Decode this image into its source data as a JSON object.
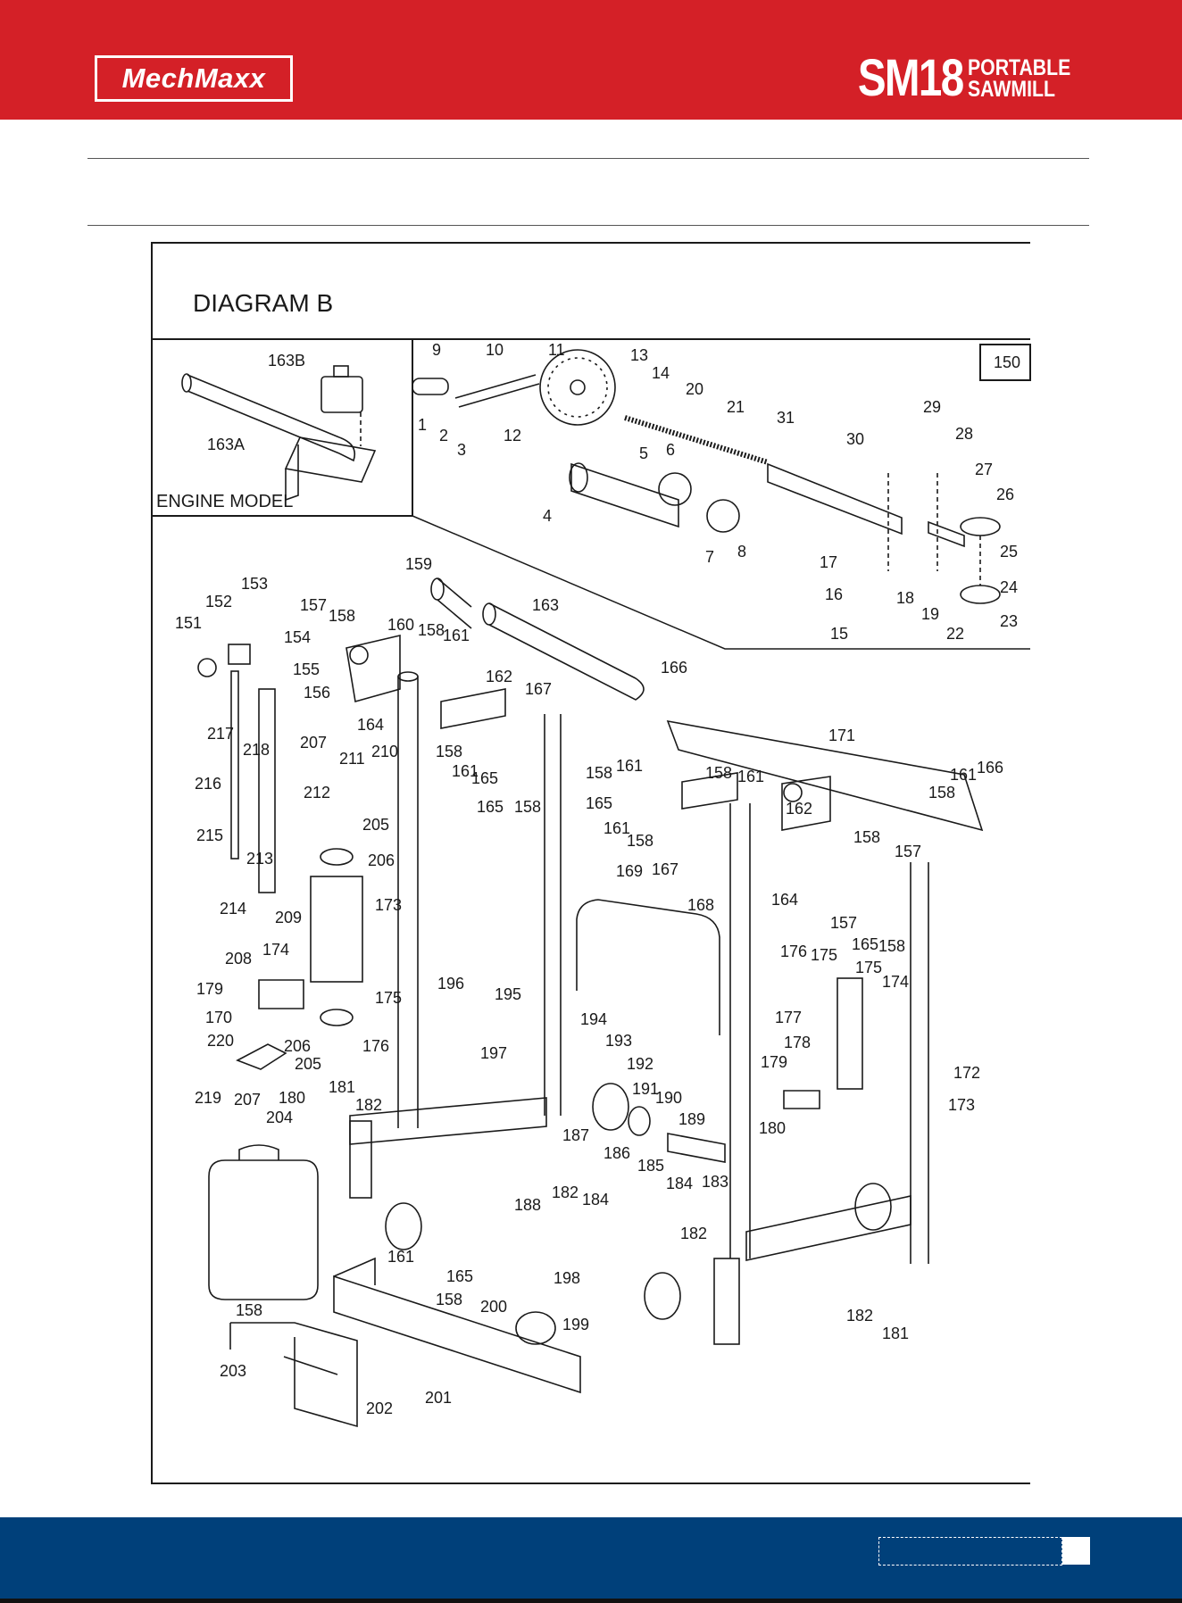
{
  "header": {
    "brand": "MechMaxx",
    "model": "SM18",
    "product_line1": "PORTABLE",
    "product_line2": "SAWMILL"
  },
  "diagram": {
    "title": "DIAGRAM B",
    "inset_label": "ENGINE MODEL",
    "assembly_number": "150",
    "part_labels": [
      {
        "id": "lbl-1",
        "text": "1"
      },
      {
        "id": "lbl-2",
        "text": "2"
      },
      {
        "id": "lbl-3",
        "text": "3"
      },
      {
        "id": "lbl-4",
        "text": "4"
      },
      {
        "id": "lbl-5",
        "text": "5"
      },
      {
        "id": "lbl-6",
        "text": "6"
      },
      {
        "id": "lbl-7",
        "text": "7"
      },
      {
        "id": "lbl-8",
        "text": "8"
      },
      {
        "id": "lbl-9",
        "text": "9"
      },
      {
        "id": "lbl-10",
        "text": "10"
      },
      {
        "id": "lbl-11",
        "text": "11"
      },
      {
        "id": "lbl-12",
        "text": "12"
      },
      {
        "id": "lbl-13",
        "text": "13"
      },
      {
        "id": "lbl-14",
        "text": "14"
      },
      {
        "id": "lbl-15",
        "text": "15"
      },
      {
        "id": "lbl-16",
        "text": "16"
      },
      {
        "id": "lbl-17",
        "text": "17"
      },
      {
        "id": "lbl-18",
        "text": "18"
      },
      {
        "id": "lbl-19",
        "text": "19"
      },
      {
        "id": "lbl-20",
        "text": "20"
      },
      {
        "id": "lbl-21",
        "text": "21"
      },
      {
        "id": "lbl-22",
        "text": "22"
      },
      {
        "id": "lbl-23",
        "text": "23"
      },
      {
        "id": "lbl-24",
        "text": "24"
      },
      {
        "id": "lbl-25",
        "text": "25"
      },
      {
        "id": "lbl-26",
        "text": "26"
      },
      {
        "id": "lbl-27",
        "text": "27"
      },
      {
        "id": "lbl-28",
        "text": "28"
      },
      {
        "id": "lbl-29",
        "text": "29"
      },
      {
        "id": "lbl-30",
        "text": "30"
      },
      {
        "id": "lbl-31",
        "text": "31"
      },
      {
        "id": "lbl-151",
        "text": "151"
      },
      {
        "id": "lbl-152",
        "text": "152"
      },
      {
        "id": "lbl-153",
        "text": "153"
      },
      {
        "id": "lbl-154",
        "text": "154"
      },
      {
        "id": "lbl-155",
        "text": "155"
      },
      {
        "id": "lbl-156",
        "text": "156"
      },
      {
        "id": "lbl-157a",
        "text": "157"
      },
      {
        "id": "lbl-158a",
        "text": "158"
      },
      {
        "id": "lbl-159",
        "text": "159"
      },
      {
        "id": "lbl-160",
        "text": "160"
      },
      {
        "id": "lbl-158b",
        "text": "158"
      },
      {
        "id": "lbl-161a",
        "text": "161"
      },
      {
        "id": "lbl-162a",
        "text": "162"
      },
      {
        "id": "lbl-163",
        "text": "163"
      },
      {
        "id": "lbl-163A",
        "text": "163A"
      },
      {
        "id": "lbl-163B",
        "text": "163B"
      },
      {
        "id": "lbl-164a",
        "text": "164"
      },
      {
        "id": "lbl-165a",
        "text": "165"
      },
      {
        "id": "lbl-165b",
        "text": "165"
      },
      {
        "id": "lbl-166a",
        "text": "166"
      },
      {
        "id": "lbl-167a",
        "text": "167"
      },
      {
        "id": "lbl-158c",
        "text": "158"
      },
      {
        "id": "lbl-161b",
        "text": "161"
      },
      {
        "id": "lbl-158d",
        "text": "158"
      },
      {
        "id": "lbl-158e",
        "text": "158"
      },
      {
        "id": "lbl-161c",
        "text": "161"
      },
      {
        "id": "lbl-165c",
        "text": "165"
      },
      {
        "id": "lbl-161d",
        "text": "161"
      },
      {
        "id": "lbl-158f",
        "text": "158"
      },
      {
        "id": "lbl-167b",
        "text": "167"
      },
      {
        "id": "lbl-158g",
        "text": "158"
      },
      {
        "id": "lbl-161e",
        "text": "161"
      },
      {
        "id": "lbl-162b",
        "text": "162"
      },
      {
        "id": "lbl-171",
        "text": "171"
      },
      {
        "id": "lbl-161f",
        "text": "161"
      },
      {
        "id": "lbl-166b",
        "text": "166"
      },
      {
        "id": "lbl-158h",
        "text": "158"
      },
      {
        "id": "lbl-158i",
        "text": "158"
      },
      {
        "id": "lbl-157b",
        "text": "157"
      },
      {
        "id": "lbl-164b",
        "text": "164"
      },
      {
        "id": "lbl-157c",
        "text": "157"
      },
      {
        "id": "lbl-165d",
        "text": "165"
      },
      {
        "id": "lbl-158j",
        "text": "158"
      },
      {
        "id": "lbl-168",
        "text": "168"
      },
      {
        "id": "lbl-169",
        "text": "169"
      },
      {
        "id": "lbl-217",
        "text": "217"
      },
      {
        "id": "lbl-218",
        "text": "218"
      },
      {
        "id": "lbl-207a",
        "text": "207"
      },
      {
        "id": "lbl-211",
        "text": "211"
      },
      {
        "id": "lbl-210",
        "text": "210"
      },
      {
        "id": "lbl-216",
        "text": "216"
      },
      {
        "id": "lbl-212",
        "text": "212"
      },
      {
        "id": "lbl-205a",
        "text": "205"
      },
      {
        "id": "lbl-206a",
        "text": "206"
      },
      {
        "id": "lbl-215",
        "text": "215"
      },
      {
        "id": "lbl-213",
        "text": "213"
      },
      {
        "id": "lbl-214",
        "text": "214"
      },
      {
        "id": "lbl-209",
        "text": "209"
      },
      {
        "id": "lbl-173a",
        "text": "173"
      },
      {
        "id": "lbl-208",
        "text": "208"
      },
      {
        "id": "lbl-174a",
        "text": "174"
      },
      {
        "id": "lbl-179a",
        "text": "179"
      },
      {
        "id": "lbl-175a",
        "text": "175"
      },
      {
        "id": "lbl-196",
        "text": "196"
      },
      {
        "id": "lbl-195",
        "text": "195"
      },
      {
        "id": "lbl-170",
        "text": "170"
      },
      {
        "id": "lbl-220",
        "text": "220"
      },
      {
        "id": "lbl-206b",
        "text": "206"
      },
      {
        "id": "lbl-176a",
        "text": "176"
      },
      {
        "id": "lbl-205b",
        "text": "205"
      },
      {
        "id": "lbl-219",
        "text": "219"
      },
      {
        "id": "lbl-207b",
        "text": "207"
      },
      {
        "id": "lbl-180a",
        "text": "180"
      },
      {
        "id": "lbl-181a",
        "text": "181"
      },
      {
        "id": "lbl-182a",
        "text": "182"
      },
      {
        "id": "lbl-197",
        "text": "197"
      },
      {
        "id": "lbl-194",
        "text": "194"
      },
      {
        "id": "lbl-193",
        "text": "193"
      },
      {
        "id": "lbl-192",
        "text": "192"
      },
      {
        "id": "lbl-191",
        "text": "191"
      },
      {
        "id": "lbl-190",
        "text": "190"
      },
      {
        "id": "lbl-189",
        "text": "189"
      },
      {
        "id": "lbl-187",
        "text": "187"
      },
      {
        "id": "lbl-186",
        "text": "186"
      },
      {
        "id": "lbl-185",
        "text": "185"
      },
      {
        "id": "lbl-176b",
        "text": "176"
      },
      {
        "id": "lbl-175b",
        "text": "175"
      },
      {
        "id": "lbl-175c",
        "text": "175"
      },
      {
        "id": "lbl-174b",
        "text": "174"
      },
      {
        "id": "lbl-177",
        "text": "177"
      },
      {
        "id": "lbl-178",
        "text": "178"
      },
      {
        "id": "lbl-179b",
        "text": "179"
      },
      {
        "id": "lbl-172",
        "text": "172"
      },
      {
        "id": "lbl-173b",
        "text": "173"
      },
      {
        "id": "lbl-180b",
        "text": "180"
      },
      {
        "id": "lbl-204",
        "text": "204"
      },
      {
        "id": "lbl-188",
        "text": "188"
      },
      {
        "id": "lbl-182b",
        "text": "182"
      },
      {
        "id": "lbl-184a",
        "text": "184"
      },
      {
        "id": "lbl-184b",
        "text": "184"
      },
      {
        "id": "lbl-183",
        "text": "183"
      },
      {
        "id": "lbl-182c",
        "text": "182"
      },
      {
        "id": "lbl-161g",
        "text": "161"
      },
      {
        "id": "lbl-165e",
        "text": "165"
      },
      {
        "id": "lbl-158k",
        "text": "158"
      },
      {
        "id": "lbl-198",
        "text": "198"
      },
      {
        "id": "lbl-200",
        "text": "200"
      },
      {
        "id": "lbl-199",
        "text": "199"
      },
      {
        "id": "lbl-158l",
        "text": "158"
      },
      {
        "id": "lbl-203",
        "text": "203"
      },
      {
        "id": "lbl-202",
        "text": "202"
      },
      {
        "id": "lbl-201",
        "text": "201"
      },
      {
        "id": "lbl-182d",
        "text": "182"
      },
      {
        "id": "lbl-181b",
        "text": "181"
      }
    ]
  }
}
